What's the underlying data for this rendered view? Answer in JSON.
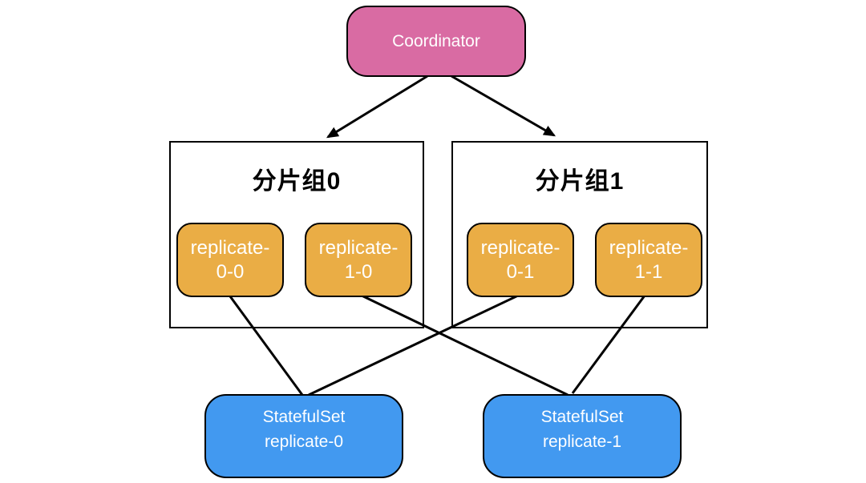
{
  "colors": {
    "coordinator-fill": "#d96ba3",
    "replica-fill": "#eaad45",
    "statefulset-fill": "#4299f0",
    "line": "#000000",
    "node-border": "#000000",
    "group-border": "#000000",
    "node-text": "#ffffff",
    "group-title-text": "#000000",
    "canvas-bg": "#ffffff"
  },
  "coordinator": {
    "label": "Coordinator"
  },
  "groups": [
    {
      "title": "分片组0",
      "replicas": [
        {
          "line1": "replicate-",
          "line2": "0-0"
        },
        {
          "line1": "replicate-",
          "line2": "1-0"
        }
      ]
    },
    {
      "title": "分片组1",
      "replicas": [
        {
          "line1": "replicate-",
          "line2": "0-1"
        },
        {
          "line1": "replicate-",
          "line2": "1-1"
        }
      ]
    }
  ],
  "statefulsets": [
    {
      "line1": "StatefulSet",
      "line2": "replicate-0"
    },
    {
      "line1": "StatefulSet",
      "line2": "replicate-1"
    }
  ],
  "edges": [
    {
      "from": "coordinator",
      "to": "shard-group-0",
      "arrow": true
    },
    {
      "from": "coordinator",
      "to": "shard-group-1",
      "arrow": true
    },
    {
      "from": "replicate-0-0",
      "to": "statefulset-replicate-0",
      "arrow": false
    },
    {
      "from": "replicate-1-0",
      "to": "statefulset-replicate-1",
      "arrow": false
    },
    {
      "from": "replicate-0-1",
      "to": "statefulset-replicate-0",
      "arrow": false
    },
    {
      "from": "replicate-1-1",
      "to": "statefulset-replicate-1",
      "arrow": false
    }
  ]
}
